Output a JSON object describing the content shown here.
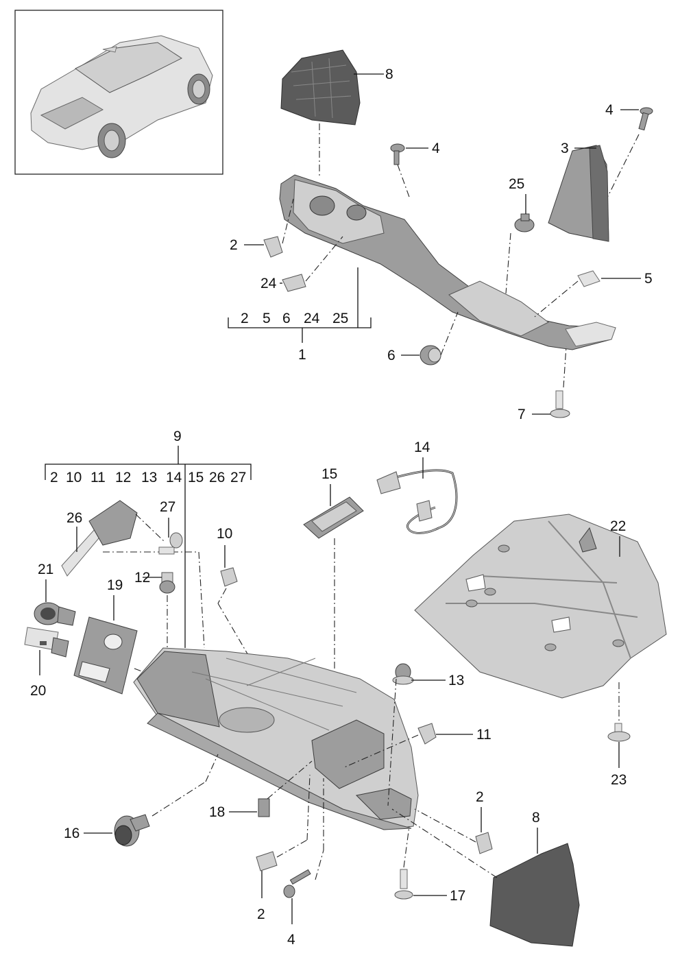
{
  "callouts": {
    "c8a": "8",
    "c4a": "4",
    "c4b": "4",
    "c3": "3",
    "c25": "25",
    "c2a": "2",
    "c24": "24",
    "c5": "5",
    "c6": "6",
    "c7": "7",
    "c1": "1",
    "c9": "9",
    "c14": "14",
    "c15": "15",
    "c26": "26",
    "c27": "27",
    "c10": "10",
    "c21": "21",
    "c12": "12",
    "c19": "19",
    "c20": "20",
    "c22": "22",
    "c13": "13",
    "c11": "11",
    "c23": "23",
    "c16": "16",
    "c18": "18",
    "c2b": "2",
    "c8b": "8",
    "c2c": "2",
    "c17": "17",
    "c4c": "4"
  },
  "group1": [
    "2",
    "5",
    "6",
    "24",
    "25"
  ],
  "group9": [
    "2",
    "10",
    "11",
    "12",
    "13",
    "14",
    "15",
    "26",
    "27"
  ]
}
